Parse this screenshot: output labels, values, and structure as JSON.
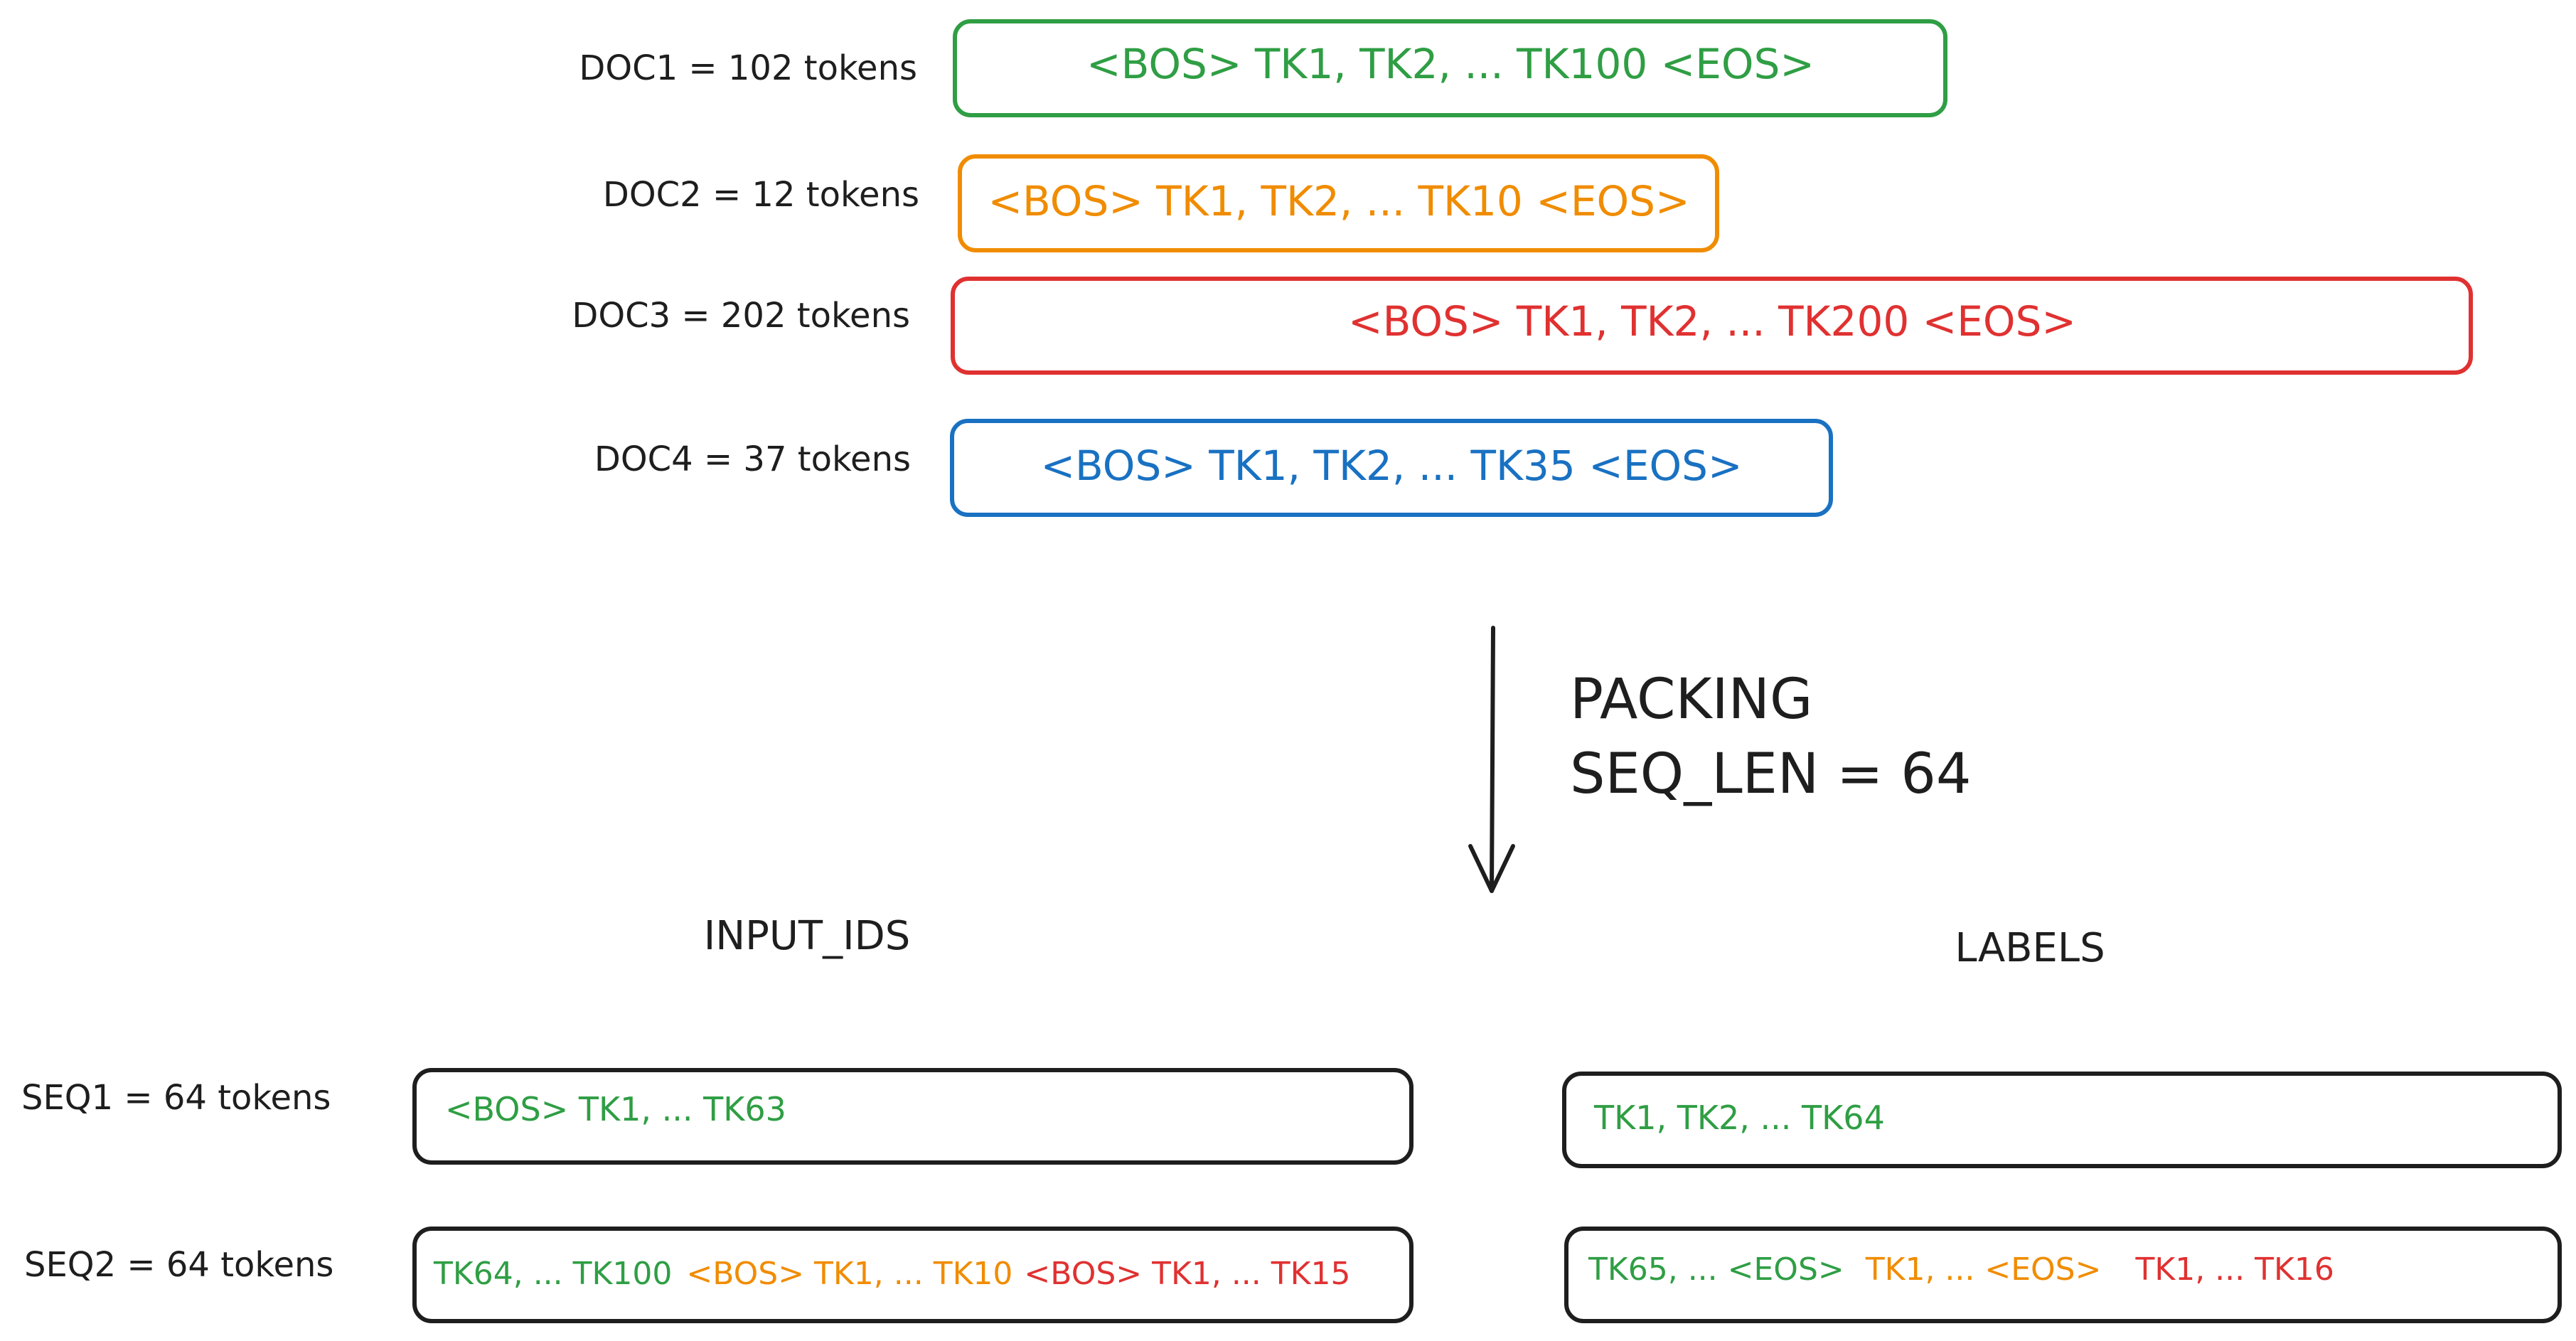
{
  "documents": [
    {
      "label": "DOC1 = 102 tokens",
      "content": "<BOS> TK1, TK2, ... TK100 <EOS>",
      "color": "#2f9e44"
    },
    {
      "label": "DOC2 = 12 tokens",
      "content": "<BOS> TK1, TK2, ... TK10 <EOS>",
      "color": "#f08c00"
    },
    {
      "label": "DOC3 = 202 tokens",
      "content": "<BOS> TK1, TK2, ... TK200 <EOS>",
      "color": "#e03131"
    },
    {
      "label": "DOC4 = 37 tokens",
      "content": "<BOS> TK1, TK2, ... TK35 <EOS>",
      "color": "#1971c2"
    }
  ],
  "packing": {
    "line1": "PACKING",
    "line2": "SEQ_LEN = 64"
  },
  "input_ids_heading": "INPUT_IDS",
  "labels_heading": "LABELS",
  "sequences": [
    {
      "label": "SEQ1 = 64 tokens",
      "input_ids": [
        {
          "text": "<BOS> TK1, ... TK63",
          "color": "#2f9e44"
        }
      ],
      "labels": [
        {
          "text": "TK1, TK2, ... TK64",
          "color": "#2f9e44"
        }
      ]
    },
    {
      "label": "SEQ2 = 64 tokens",
      "input_ids": [
        {
          "text": "TK64, ... TK100",
          "color": "#2f9e44"
        },
        {
          "text": "<BOS> TK1, ... TK10",
          "color": "#f08c00"
        },
        {
          "text": "<BOS> TK1, ... TK15",
          "color": "#e03131"
        }
      ],
      "labels": [
        {
          "text": "TK65, ... <EOS>",
          "color": "#2f9e44"
        },
        {
          "text": "TK1, ... <EOS>",
          "color": "#f08c00"
        },
        {
          "text": "TK1, ... TK16",
          "color": "#e03131"
        }
      ]
    }
  ],
  "colors": {
    "ink": "#1e1e1e"
  }
}
